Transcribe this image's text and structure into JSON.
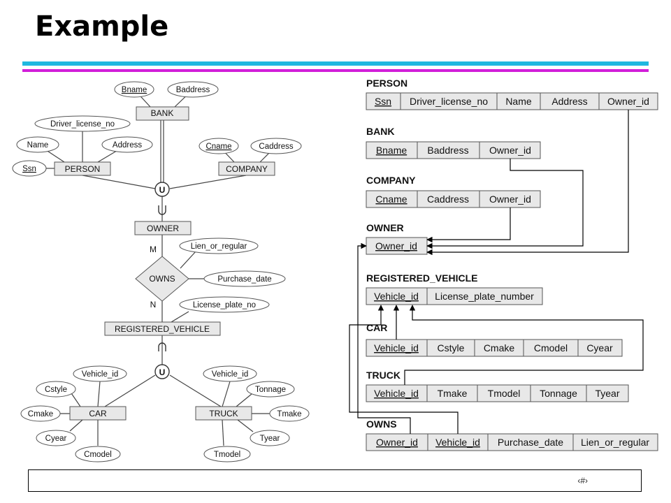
{
  "slide": {
    "title": "Example",
    "number": "‹#›"
  },
  "colors": {
    "rule_cyan": "#1fb8e0",
    "rule_magenta": "#d21fd8",
    "box_fill": "#e8e8e8",
    "border": "#555555"
  },
  "er": {
    "entities": {
      "bank": "BANK",
      "person": "PERSON",
      "company": "COMPANY",
      "owner": "OWNER",
      "registered_vehicle": "REGISTERED_VEHICLE",
      "car": "CAR",
      "truck": "TRUCK"
    },
    "relationship": "OWNS",
    "union_symbol": "U",
    "cardinality": {
      "m": "M",
      "n": "N"
    },
    "attributes": {
      "bname": "Bname",
      "baddress": "Baddress",
      "driver_license_no": "Driver_license_no",
      "name": "Name",
      "address": "Address",
      "ssn": "Ssn",
      "cname": "Cname",
      "caddress": "Caddress",
      "lien_or_regular": "Lien_or_regular",
      "purchase_date": "Purchase_date",
      "license_plate_no": "License_plate_no",
      "car_vehicle_id": "Vehicle_id",
      "cstyle": "Cstyle",
      "cmake": "Cmake",
      "cyear": "Cyear",
      "cmodel": "Cmodel",
      "truck_vehicle_id": "Vehicle_id",
      "tonnage": "Tonnage",
      "tmake": "Tmake",
      "tyear": "Tyear",
      "tmodel": "Tmodel"
    }
  },
  "schema": {
    "person": {
      "name": "PERSON",
      "columns": [
        "Ssn",
        "Driver_license_no",
        "Name",
        "Address",
        "Owner_id"
      ]
    },
    "bank": {
      "name": "BANK",
      "columns": [
        "Bname",
        "Baddress",
        "Owner_id"
      ]
    },
    "company": {
      "name": "COMPANY",
      "columns": [
        "Cname",
        "Caddress",
        "Owner_id"
      ]
    },
    "owner": {
      "name": "OWNER",
      "columns": [
        "Owner_id"
      ]
    },
    "registered_vehicle": {
      "name": "REGISTERED_VEHICLE",
      "columns": [
        "Vehicle_id",
        "License_plate_number"
      ]
    },
    "car": {
      "name": "CAR",
      "columns": [
        "Vehicle_id",
        "Cstyle",
        "Cmake",
        "Cmodel",
        "Cyear"
      ]
    },
    "truck": {
      "name": "TRUCK",
      "columns": [
        "Vehicle_id",
        "Tmake",
        "Tmodel",
        "Tonnage",
        "Tyear"
      ]
    },
    "owns": {
      "name": "OWNS",
      "columns": [
        "Owner_id",
        "Vehicle_id",
        "Purchase_date",
        "Lien_or_regular"
      ]
    }
  }
}
